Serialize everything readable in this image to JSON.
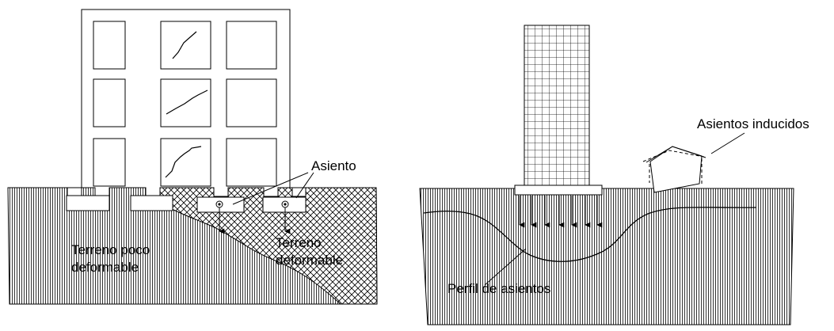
{
  "left_panel": {
    "label_asiento": "Asiento",
    "label_soil_stiff": [
      "Terreno poco",
      "deformable"
    ],
    "label_soil_soft": [
      "Terreno",
      "deformable"
    ]
  },
  "right_panel": {
    "label_induced": "Asientos inducidos",
    "label_profile": "Perfil de asientos"
  }
}
